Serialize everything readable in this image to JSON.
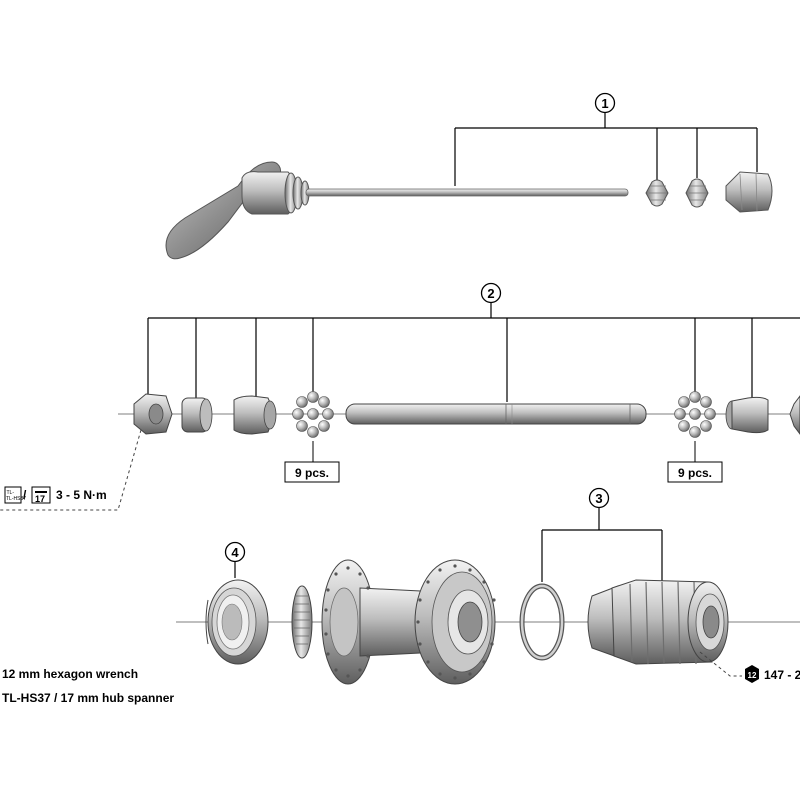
{
  "callouts": {
    "c1": "1",
    "c2": "2",
    "c3": "3",
    "c4": "4"
  },
  "balls_left": "9 pcs.",
  "balls_right": "9 pcs.",
  "tool_icon_left": "TL-HS37",
  "tool_icon_right": "17",
  "torque_left": "3 - 5 N·m",
  "torque_right_icon": "12",
  "torque_right": "147 - 2",
  "legend": {
    "line1": "12 mm hexagon wrench",
    "line2": "TL-HS37 / 17 mm hub spanner"
  },
  "colors": {
    "metal_light": "#e6e6e6",
    "metal_mid": "#a8a8a8",
    "metal_dark": "#5e5e5e"
  }
}
